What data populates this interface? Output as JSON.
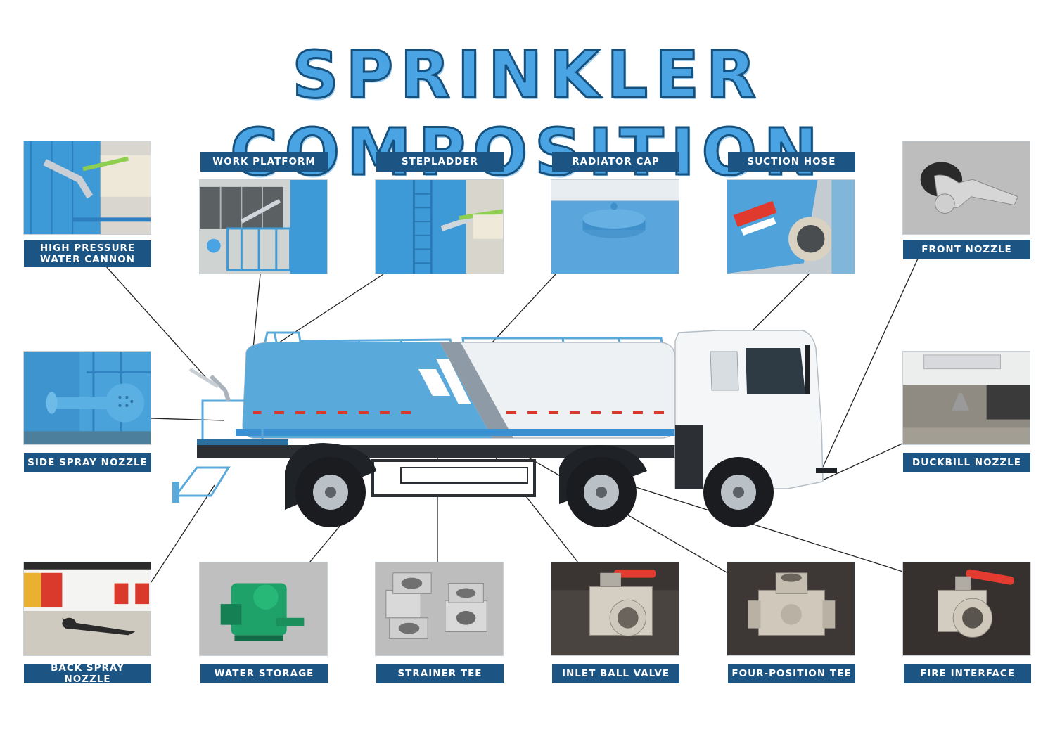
{
  "title": "SPRINKLER COMPOSITION",
  "components": {
    "high_pressure_water_cannon": "HIGH PRESSURE\nWATER CANNON",
    "work_platform": "WORK PLATFORM",
    "stepladder": "STEPLADDER",
    "radiator_cap": "RADIATOR CAP",
    "suction_hose": "SUCTION HOSE",
    "front_nozzle": "FRONT NOZZLE",
    "side_spray_nozzle": "SIDE SPRAY NOZZLE",
    "duckbill_nozzle": "DUCKBILL NOZZLE",
    "back_spray_nozzle": "BACK SPRAY NOZZLE",
    "water_storage": "WATER STORAGE",
    "strainer_tee": "STRAINER TEE",
    "inlet_ball_valve": "INLET BALL VALVE",
    "four_position_tee": "FOUR-POSITION TEE",
    "fire_interface": "FIRE INTERFACE"
  },
  "colors": {
    "title_fill": "#4aa3e3",
    "label_bg": "#1c5484",
    "tank_blue": "#5aa9db",
    "tank_white": "#eef1f3"
  }
}
